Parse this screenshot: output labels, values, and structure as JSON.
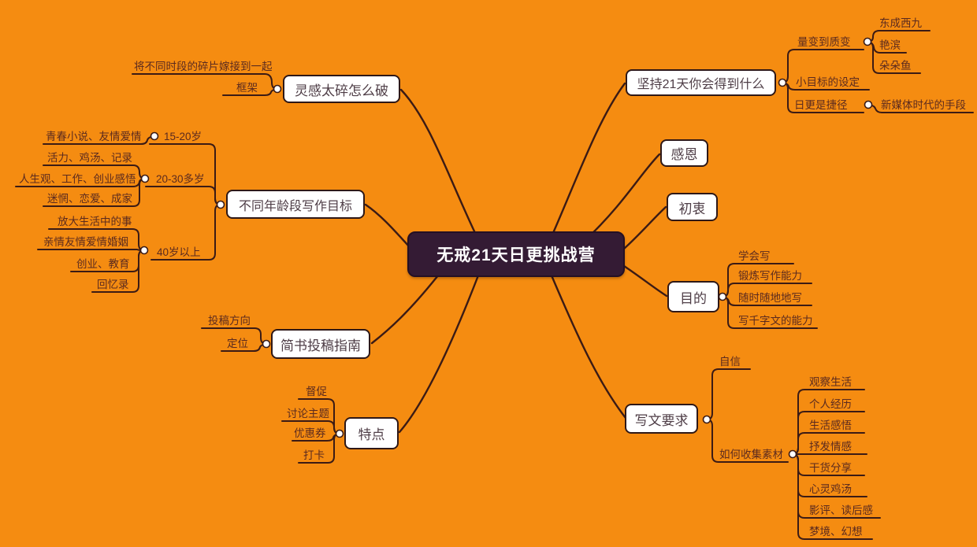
{
  "palette": {
    "background": "#F58C11",
    "line": "#3B1B15",
    "node_fill": "#FFFFFF",
    "node_border": "#2E1817",
    "node_text": "#4E3D46",
    "label_text": "#5B2A1F",
    "center_fill": "#341B34",
    "center_text": "#FFFFFF"
  },
  "map": {
    "center": {
      "label": "无戒21天日更挑战营"
    },
    "branches": [
      {
        "label": "坚持21天你会得到什么",
        "children": [
          {
            "label": "量变到质变",
            "children": [
              {
                "label": "东成西九"
              },
              {
                "label": "艳滨"
              },
              {
                "label": "朵朵鱼"
              }
            ]
          },
          {
            "label": "小目标的设定"
          },
          {
            "label": "日更是捷径",
            "children": [
              {
                "label": "新媒体时代的手段"
              }
            ]
          }
        ]
      },
      {
        "label": "感恩"
      },
      {
        "label": "初衷"
      },
      {
        "label": "目的",
        "children": [
          {
            "label": "学会写"
          },
          {
            "label": "锻炼写作能力"
          },
          {
            "label": "随时随地地写"
          },
          {
            "label": "写千字文的能力"
          }
        ]
      },
      {
        "label": "写文要求",
        "children": [
          {
            "label": "自信"
          },
          {
            "label": "如何收集素材",
            "children": [
              {
                "label": "观察生活"
              },
              {
                "label": "个人经历"
              },
              {
                "label": "生活感悟"
              },
              {
                "label": "抒发情感"
              },
              {
                "label": "干货分享"
              },
              {
                "label": "心灵鸡汤"
              },
              {
                "label": "影评、读后感"
              },
              {
                "label": "梦境、幻想"
              }
            ]
          }
        ]
      },
      {
        "label": "灵感太碎怎么破",
        "children": [
          {
            "label": "将不同时段的碎片嫁接到一起"
          },
          {
            "label": "框架"
          }
        ]
      },
      {
        "label": "不同年龄段写作目标",
        "children": [
          {
            "label": "15-20岁",
            "children": [
              {
                "label": "青春小说、友情爱情"
              }
            ]
          },
          {
            "label": "20-30多岁",
            "children": [
              {
                "label": "活力、鸡汤、记录"
              },
              {
                "label": "人生观、工作、创业感悟"
              },
              {
                "label": "迷惘、恋爱、成家"
              }
            ]
          },
          {
            "label": "40岁以上",
            "children": [
              {
                "label": "放大生活中的事"
              },
              {
                "label": "亲情友情爱情婚姻"
              },
              {
                "label": "创业、教育"
              },
              {
                "label": "回忆录"
              }
            ]
          }
        ]
      },
      {
        "label": "简书投稿指南",
        "children": [
          {
            "label": "投稿方向"
          },
          {
            "label": "定位"
          }
        ]
      },
      {
        "label": "特点",
        "children": [
          {
            "label": "督促"
          },
          {
            "label": "讨论主题"
          },
          {
            "label": "优惠券"
          },
          {
            "label": "打卡"
          }
        ]
      }
    ]
  }
}
